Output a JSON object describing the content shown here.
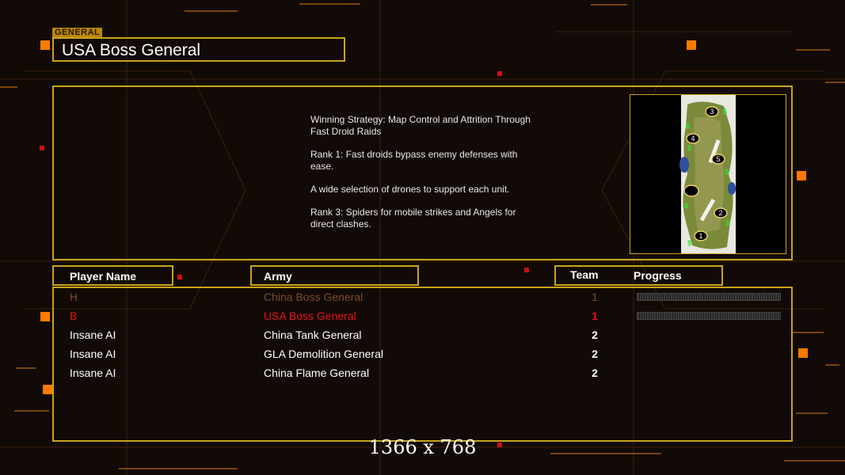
{
  "header": {
    "tag": "GENERAL",
    "title": "USA Boss General"
  },
  "description": {
    "strategy": "Winning Strategy: Map Control and Attrition Through\n Fast Droid Raids",
    "rank1": "Rank 1: Fast droids bypass enemy defenses with\n ease.",
    "drones": "A wide selection of drones to support each unit.",
    "rank3": "Rank 3: Spiders for mobile strikes and Angels for\n direct clashes."
  },
  "map": {
    "start_positions": [
      "3",
      "4",
      "5",
      "2",
      "1"
    ],
    "supply_icon": "$"
  },
  "columns": {
    "player_name": "Player Name",
    "army": "Army",
    "team": "Team",
    "progress": "Progress"
  },
  "players": [
    {
      "name": "H",
      "army": "China Boss General",
      "team": "1",
      "style": "dim",
      "has_progress": true
    },
    {
      "name": "B",
      "army": "USA Boss General",
      "team": "1",
      "style": "red",
      "has_progress": true
    },
    {
      "name": "Insane AI",
      "army": "China Tank General",
      "team": "2",
      "style": "normal",
      "has_progress": false
    },
    {
      "name": "Insane AI",
      "army": "GLA Demolition General",
      "team": "2",
      "style": "normal",
      "has_progress": false
    },
    {
      "name": "Insane AI",
      "army": "China Flame General",
      "team": "2",
      "style": "normal",
      "has_progress": false
    }
  ],
  "resolution": "1366 x 768",
  "colors": {
    "accent": "#c9a31c",
    "local_player": "#e8141a",
    "dim_player": "#7a4a2a",
    "bg_glow": "#ff8a00"
  }
}
